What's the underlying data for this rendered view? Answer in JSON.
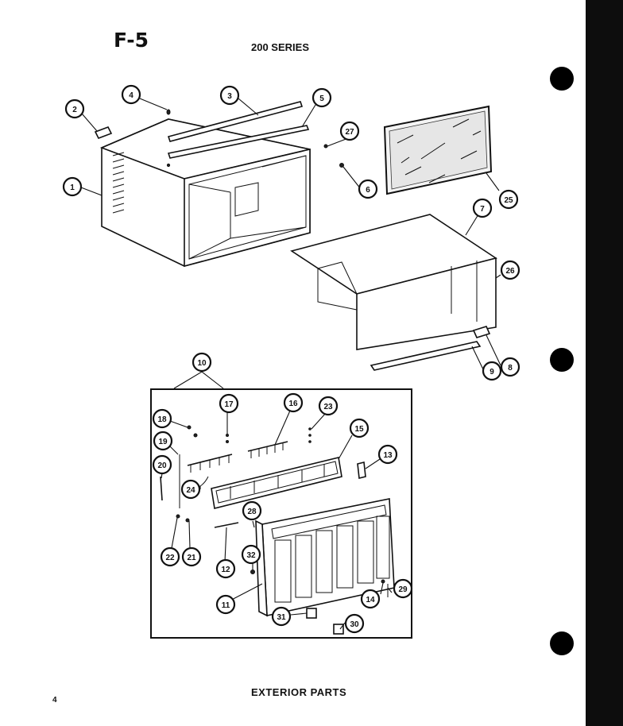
{
  "page": {
    "title": "F-5",
    "series": "200 SERIES",
    "footer_title": "EXTERIOR PARTS",
    "page_number": "4"
  },
  "callouts": [
    {
      "id": "c1",
      "label": "1"
    },
    {
      "id": "c2",
      "label": "2"
    },
    {
      "id": "c3",
      "label": "3"
    },
    {
      "id": "c4",
      "label": "4"
    },
    {
      "id": "c5",
      "label": "5"
    },
    {
      "id": "c6",
      "label": "6"
    },
    {
      "id": "c7",
      "label": "7"
    },
    {
      "id": "c8",
      "label": "8"
    },
    {
      "id": "c9",
      "label": "9"
    },
    {
      "id": "c10",
      "label": "10"
    },
    {
      "id": "c11",
      "label": "11"
    },
    {
      "id": "c12",
      "label": "12"
    },
    {
      "id": "c13",
      "label": "13"
    },
    {
      "id": "c14",
      "label": "14"
    },
    {
      "id": "c15",
      "label": "15"
    },
    {
      "id": "c16",
      "label": "16"
    },
    {
      "id": "c17",
      "label": "17"
    },
    {
      "id": "c18",
      "label": "18"
    },
    {
      "id": "c19",
      "label": "19"
    },
    {
      "id": "c20",
      "label": "20"
    },
    {
      "id": "c21",
      "label": "21"
    },
    {
      "id": "c22",
      "label": "22"
    },
    {
      "id": "c23",
      "label": "23"
    },
    {
      "id": "c24",
      "label": "24"
    },
    {
      "id": "c25",
      "label": "25"
    },
    {
      "id": "c26",
      "label": "26"
    },
    {
      "id": "c27",
      "label": "27"
    },
    {
      "id": "c28",
      "label": "28"
    },
    {
      "id": "c29",
      "label": "29"
    },
    {
      "id": "c30",
      "label": "30"
    },
    {
      "id": "c31",
      "label": "31"
    },
    {
      "id": "c32",
      "label": "32"
    }
  ]
}
